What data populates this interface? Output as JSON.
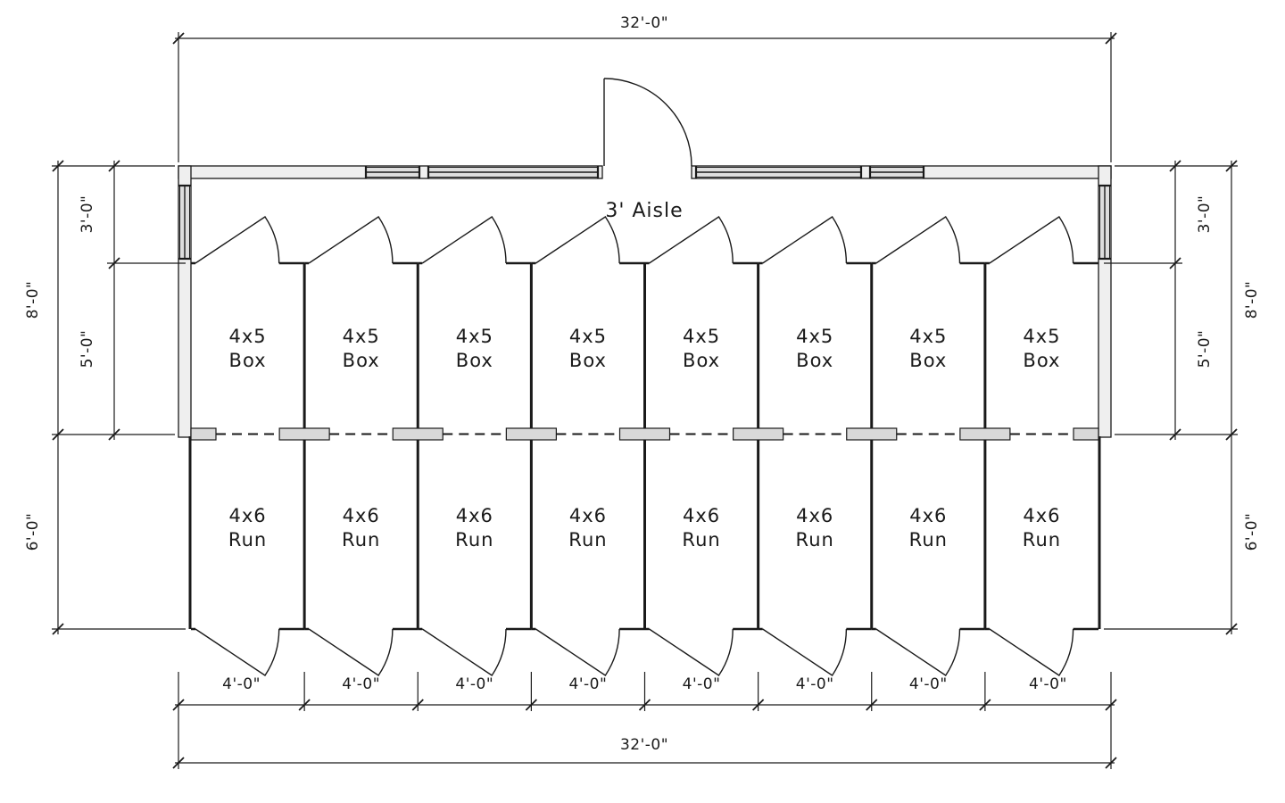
{
  "drawing": {
    "aisle_label": "3' Aisle",
    "box_stall": {
      "line1": "4x5",
      "line2": "Box"
    },
    "run_stall": {
      "line1": "4x6",
      "line2": "Run"
    },
    "bay_count": 8
  },
  "dimensions": {
    "overall_top": "32'-0\"",
    "overall_bottom": "32'-0\"",
    "bay_width": "4'-0\"",
    "aisle_depth": "3'-0\"",
    "box_depth": "5'-0\"",
    "front_depth": "8'-0\"",
    "run_depth": "6'-0\""
  },
  "colors": {
    "line": "#1a1a1a",
    "wall_fill": "#efefef",
    "window_fill": "#dedede",
    "gate_fill": "#d9d9d9",
    "background": "#ffffff"
  }
}
